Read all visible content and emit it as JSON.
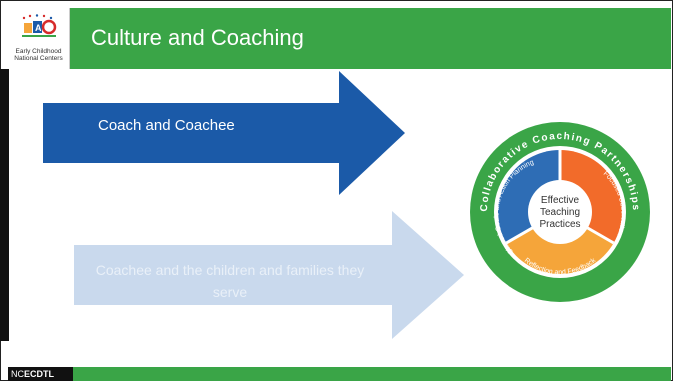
{
  "header": {
    "title": "Culture and Coaching",
    "logo_text_line1": "Early Childhood",
    "logo_text_line2": "National Centers"
  },
  "arrows": {
    "primary_label": "Coach and Coachee",
    "secondary_label": "Coachee and the children and families they serve"
  },
  "diagram": {
    "outer_label": "Collaborative Coaching Partnerships",
    "segment_left": "Shared Goals and Action Planning",
    "segment_right": "Focused Observation",
    "segment_bottom": "Reflection and Feedback",
    "center_line1": "Effective",
    "center_line2": "Teaching",
    "center_line3": "Practices"
  },
  "footer": {
    "brand_prefix": "NC",
    "brand_suffix": "ECDTL"
  },
  "colors": {
    "header_green": "#3aa547",
    "arrow_blue": "#1b5aa8",
    "arrow_light": "#c9d9ed",
    "segment_blue": "#2e6db5",
    "segment_orange": "#f26b2a",
    "segment_yellow": "#f5a53a"
  }
}
